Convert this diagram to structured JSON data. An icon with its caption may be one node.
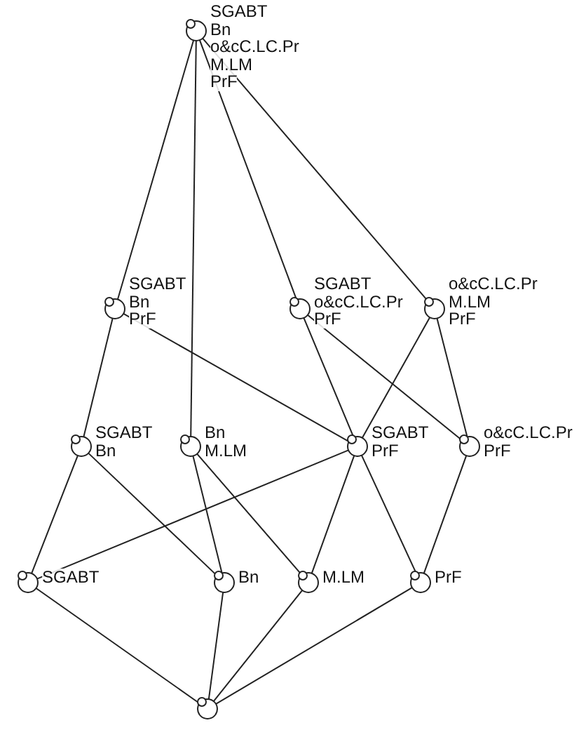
{
  "diagram": {
    "nodes": [
      {
        "text": [],
        "shape": "circle",
        "beside": [
          "SGABT",
          "Bn",
          "o&cC.LC.Pr",
          "M.LM",
          "PrF"
        ]
      },
      {
        "text": [],
        "shape": "circle",
        "beside": [
          "SGABT",
          "Bn",
          "PrF"
        ]
      },
      {
        "text": [],
        "shape": "circle",
        "beside": [
          "SGABT",
          "o&cC.LC.Pr",
          "PrF"
        ]
      },
      {
        "text": [],
        "shape": "circle",
        "beside": [
          "o&cC.LC.Pr",
          "M.LM",
          "PrF"
        ]
      },
      {
        "text": [],
        "shape": "circle",
        "beside": [
          "SGABT",
          "Bn"
        ]
      },
      {
        "text": [],
        "shape": "circle",
        "beside": [
          "Bn",
          "M.LM"
        ]
      },
      {
        "text": [],
        "shape": "circle",
        "beside": [
          "SGABT",
          "PrF"
        ]
      },
      {
        "text": [],
        "shape": "circle",
        "beside": [
          "o&cC.LC.Pr",
          "PrF"
        ]
      },
      {
        "text": [],
        "shape": "circle",
        "beside": [
          "SGABT"
        ]
      },
      {
        "text": [],
        "shape": "circle",
        "beside": [
          "Bn"
        ]
      },
      {
        "text": [],
        "shape": "circle",
        "beside": [
          "M.LM"
        ]
      },
      {
        "text": [],
        "shape": "circle",
        "beside": [
          "PrF"
        ]
      },
      {
        "text": [],
        "shape": "circle"
      }
    ],
    "edges": [
      {
        "from": 0,
        "to": 1,
        "arrow": "none"
      },
      {
        "from": 0,
        "to": 5,
        "arrow": "none"
      },
      {
        "from": 0,
        "to": 2,
        "arrow": "none"
      },
      {
        "from": 0,
        "to": 3,
        "arrow": "none"
      },
      {
        "from": 1,
        "to": 4,
        "arrow": "none"
      },
      {
        "from": 1,
        "to": 6,
        "arrow": "none"
      },
      {
        "from": 2,
        "to": 6,
        "arrow": "none"
      },
      {
        "from": 2,
        "to": 7,
        "arrow": "none"
      },
      {
        "from": 3,
        "to": 6,
        "arrow": "none"
      },
      {
        "from": 3,
        "to": 7,
        "arrow": "none"
      },
      {
        "from": 4,
        "to": 8,
        "arrow": "none"
      },
      {
        "from": 4,
        "to": 9,
        "arrow": "none"
      },
      {
        "from": 5,
        "to": 9,
        "arrow": "none"
      },
      {
        "from": 5,
        "to": 10,
        "arrow": "none"
      },
      {
        "from": 6,
        "to": 8,
        "arrow": "none"
      },
      {
        "from": 6,
        "to": 10,
        "arrow": "none"
      },
      {
        "from": 6,
        "to": 11,
        "arrow": "none"
      },
      {
        "from": 7,
        "to": 11,
        "arrow": "none"
      },
      {
        "from": 8,
        "to": 12,
        "arrow": "none"
      },
      {
        "from": 9,
        "to": 12,
        "arrow": "none"
      },
      {
        "from": 10,
        "to": 12,
        "arrow": "none"
      },
      {
        "from": 11,
        "to": 12,
        "arrow": "none"
      }
    ]
  }
}
